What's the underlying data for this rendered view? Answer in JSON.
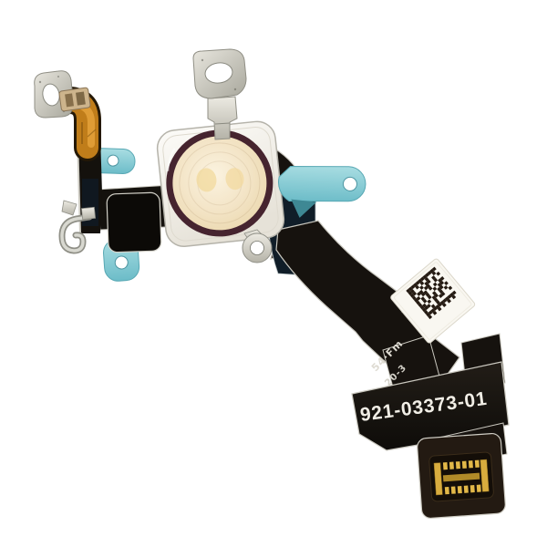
{
  "background": "#ffffff",
  "markings": {
    "part_number": "921-03373-01",
    "code_line1": "54·Fm",
    "code_line2": "20-3"
  },
  "colors": {
    "flex_black": "#16120e",
    "flex_navy": "#101d28",
    "adhesive_teal": "#8fd2da",
    "adhesive_teal_dark": "#3e8894",
    "copper_orange": "#c07d1a",
    "metal_silver": "#d9d8d0",
    "lens_cream": "#f5ead2",
    "lens_ring": "#46242f",
    "sticker_white": "#f9f7f1",
    "connector_gold": "#d8ac3e",
    "marking_white": "#f1eee6"
  },
  "components": {
    "top_bracket": "metal-bracket",
    "left_bracket": "metal-bracket",
    "flash_module": "led-flash-lens",
    "microphone_block": "microphone-module",
    "adhesive_tabs": "teal-pull-tab",
    "copper_flex": "copper-flex-ribbon",
    "spring_contact": "metal-spring-hook",
    "serial_sticker": "data-matrix-label",
    "board_connector": "board-to-board-connector"
  },
  "serial_sticker": {
    "matrix": [
      "101010101010",
      "110011010011",
      "101101100010",
      "100010111011",
      "111001001010",
      "101110110011",
      "110100011110",
      "101011100011",
      "110110010110",
      "100101101011",
      "111010011010",
      "111111111111"
    ]
  }
}
